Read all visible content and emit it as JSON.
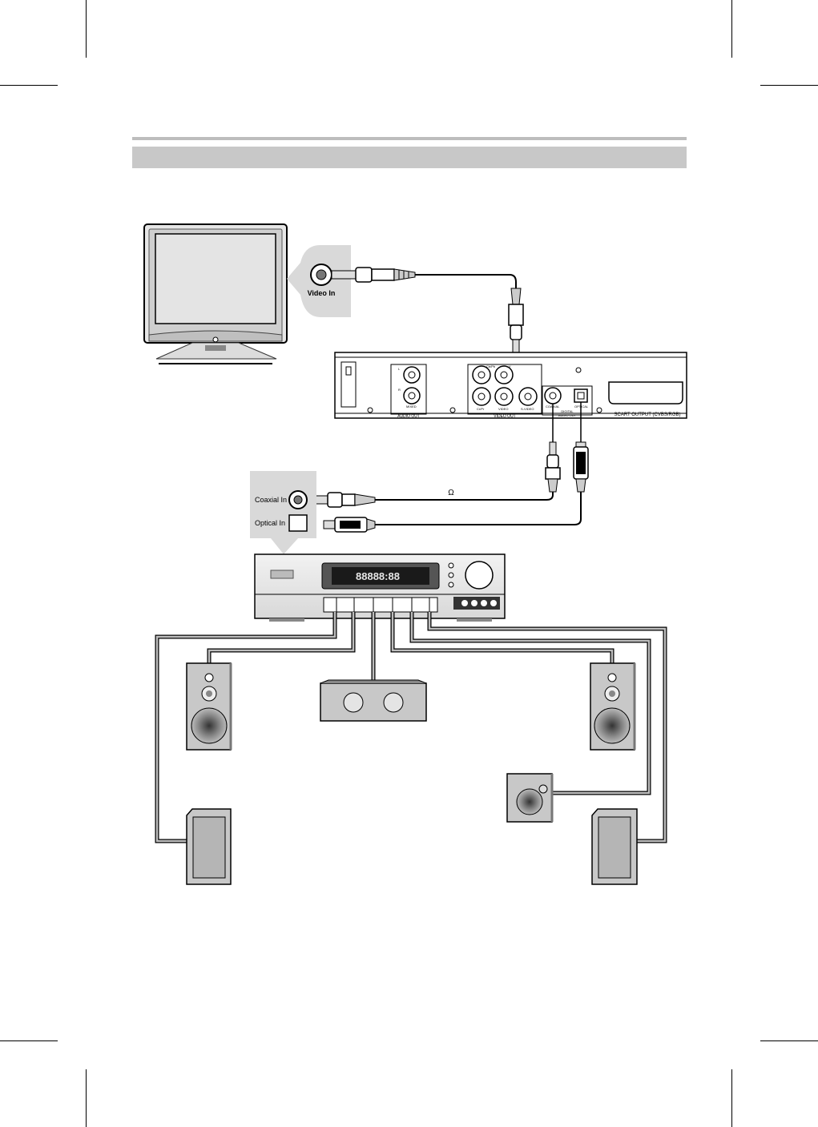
{
  "tv": {
    "video_in_label": "Video In"
  },
  "dvd_player": {
    "audio_out": {
      "label": "AUDIO OUT",
      "left": "L",
      "right": "R",
      "mixed": "MIXED"
    },
    "video_out": {
      "label": "VIDEO OUT",
      "cb_pb": "Cb/Pb",
      "y": "Y",
      "cr_pr": "Cr/Pr",
      "video": "VIDEO",
      "s_video": "S-VIDEO"
    },
    "digital_audio_out": {
      "label_line1": "DIGITAL",
      "label_line2": "AUDIO OUT",
      "coaxial": "COAXIAL",
      "optical": "OPTICAL"
    },
    "scart_label": "SCART OUTPUT (CVBS/RGB)"
  },
  "receiver": {
    "coaxial_in_label": "Coaxial In",
    "optical_in_label": "Optical In",
    "display_text": "88888:88"
  },
  "cable_impedance_symbol": "Ω"
}
